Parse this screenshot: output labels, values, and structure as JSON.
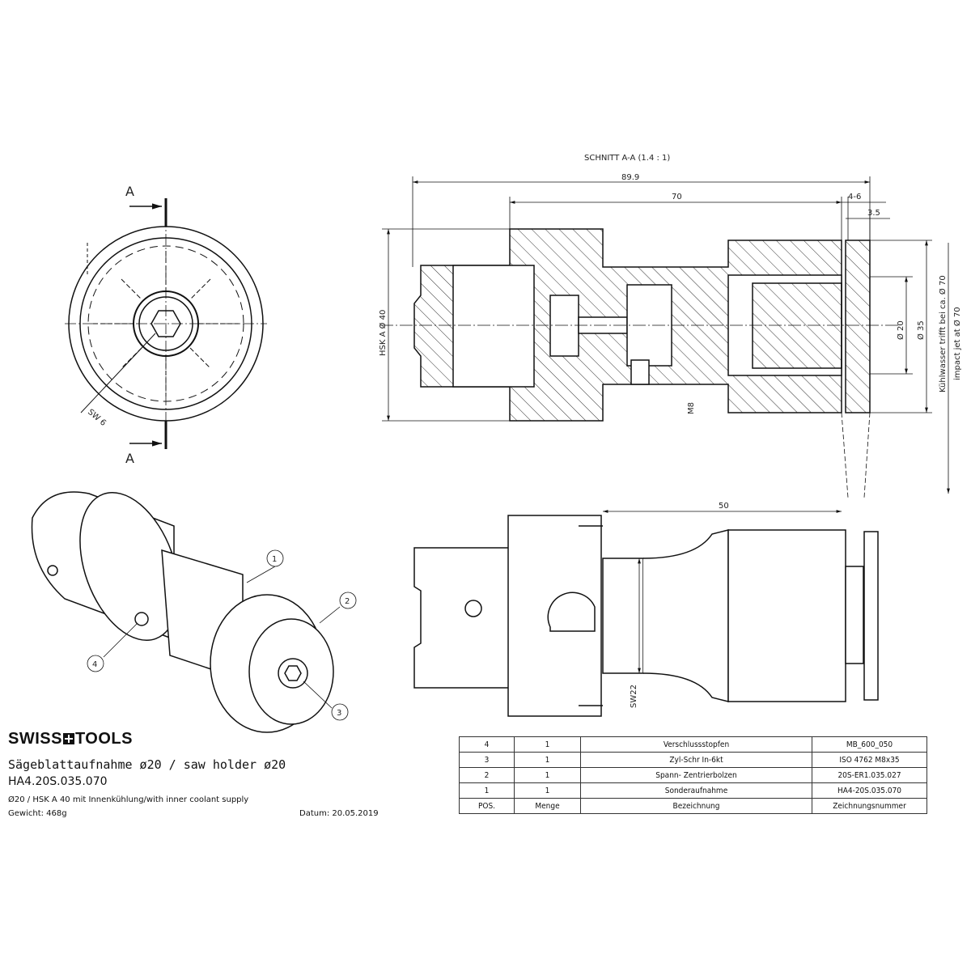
{
  "drawing": {
    "section_label": "SCHNITT A-A (1.4 : 1)",
    "cut_marker": "A",
    "dims": {
      "overall_length": "89.9",
      "length_70": "70",
      "gap": "4-6",
      "disc": "3.5",
      "hsk": "HSK A Ø 40",
      "dia20": "Ø 20",
      "dia35": "Ø 35",
      "thread": "M8",
      "sw6": "SW 6",
      "length_50": "50",
      "sw22": "SW22",
      "coolant_de": "Kühlwasser trifft bei ca. Ø 70",
      "coolant_en": "impact jet at Ø 70"
    },
    "balloons": [
      "1",
      "2",
      "3",
      "4"
    ]
  },
  "title_block": {
    "logo": "SWISSTOOLS",
    "logo_left": "SWISS",
    "logo_right": "TOOLS",
    "title": "Sägeblattaufnahme ø20 / saw holder ø20",
    "part_number": "HA4.20S.035.070",
    "description": "Ø20 / HSK A 40 mit Innenkühlung/with inner coolant supply",
    "weight": "Gewicht: 468g",
    "date": "Datum: 20.05.2019"
  },
  "parts_table": {
    "rows": [
      [
        "4",
        "1",
        "Verschlussstopfen",
        "MB_600_050"
      ],
      [
        "3",
        "1",
        "Zyl-Schr In-6kt",
        "ISO 4762 M8x35"
      ],
      [
        "2",
        "1",
        "Spann- Zentrierbolzen",
        "20S-ER1.035.027"
      ],
      [
        "1",
        "1",
        "Sonderaufnahme",
        "HA4-20S.035.070"
      ]
    ],
    "header": [
      "POS.",
      "Menge",
      "Bezeichnung",
      "Zeichnungsnummer"
    ]
  }
}
